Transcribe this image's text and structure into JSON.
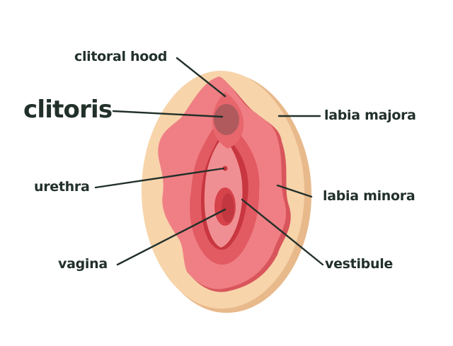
{
  "diagram": {
    "labels": {
      "clitoral_hood": "clitoral hood",
      "clitoris": "clitoris",
      "urethra": "urethra",
      "vagina": "vagina",
      "labia_majora": "labia majora",
      "labia_minora": "labia minora",
      "vestibule": "vestibule"
    },
    "colors": {
      "outer_skin": "#f7d4aa",
      "outer_skin_shadow": "#e8b98b",
      "labia_majora_fill": "#ef7f84",
      "labia_minora_fill": "#e25a62",
      "inner_fill": "#c8363f",
      "vestibule_fill": "#f08f93",
      "clitoris_fill": "#b05a5e",
      "leader_line": "#22302a",
      "text": "#22302a"
    }
  }
}
